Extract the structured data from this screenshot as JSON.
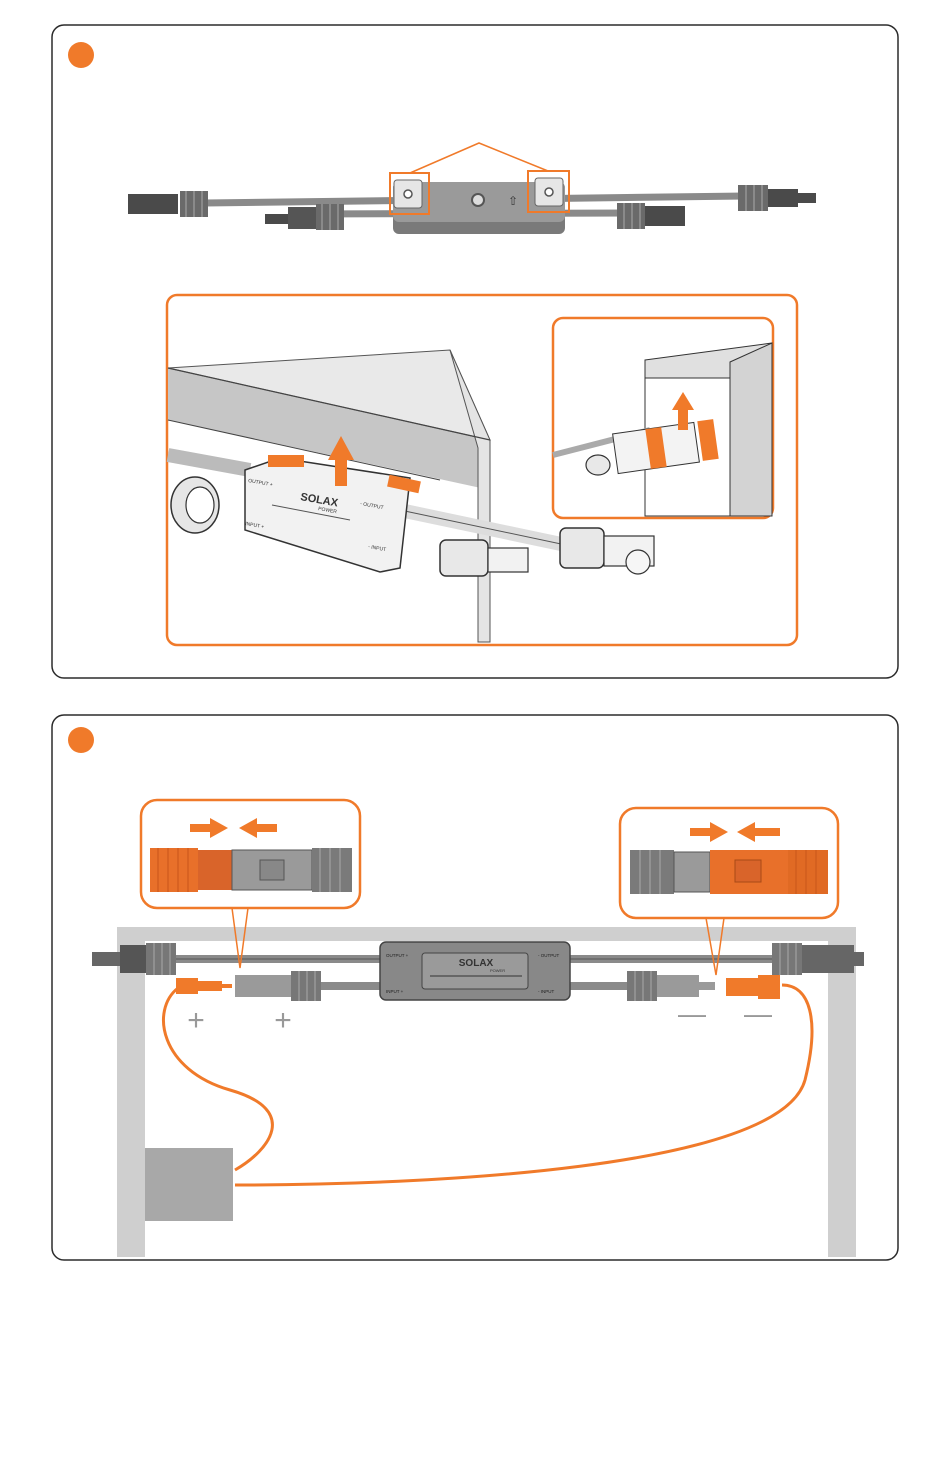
{
  "colors": {
    "accent": "#f07a2a",
    "frame": "#2b2b2b",
    "rail": "#cfcfcf",
    "connector_dark": "#5a5a5a",
    "connector_light": "#9a9a9a",
    "device": "#8c8c8c",
    "box": "#a8a8a8"
  },
  "step1": {
    "badge": "",
    "device_logo": "SOLAX",
    "device_logo_sub": "POWER",
    "label_output_plus": "OUTPUT +",
    "label_output_minus": "- OUTPUT",
    "label_input_plus": "INPUT +",
    "label_input_minus": "- INPUT"
  },
  "step2": {
    "badge": "",
    "device_logo": "SOLAX",
    "device_logo_sub": "POWER",
    "label_output_plus": "OUTPUT +",
    "label_output_minus": "- OUTPUT",
    "label_input_plus": "INPUT +",
    "label_input_minus": "- INPUT",
    "sign_plus": "+",
    "sign_minus": "—"
  }
}
